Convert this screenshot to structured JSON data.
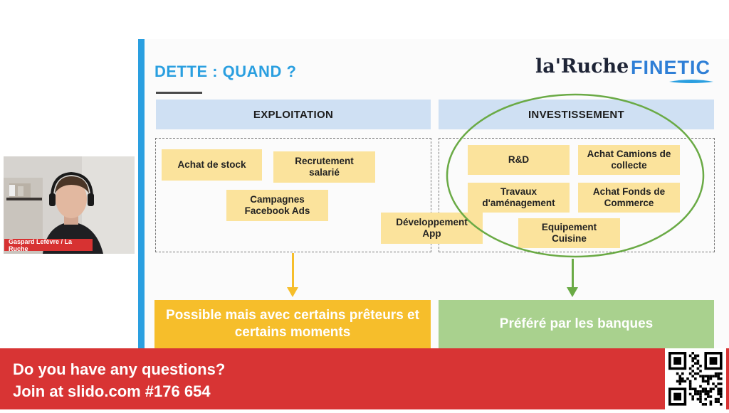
{
  "slide": {
    "title": "DETTE : QUAND ?",
    "logos": {
      "laruche": "la'Ruche",
      "finetic": "FINETIC"
    },
    "columns": [
      {
        "header": "EXPLOITATION",
        "items": [
          "Achat de stock",
          "Recrutement salarié",
          "Campagnes Facebook Ads"
        ],
        "result": "Possible mais avec certains prêteurs et certains moments",
        "color": "#f6be2b"
      },
      {
        "header": "INVESTISSEMENT",
        "items": [
          "R&D",
          "Achat Camions de collecte",
          "Travaux d'aménagement",
          "Achat Fonds de Commerce",
          "Equipement Cuisine"
        ],
        "result": "Préféré par les banques",
        "color": "#a9d18e"
      }
    ],
    "floating_item": "Développement App",
    "accent": "#2a9fe0",
    "circle_color": "#6aaa45"
  },
  "webcam": {
    "speaker": "Gaspard Lefèvre / La Ruche"
  },
  "banner": {
    "line1": "Do you have any questions?",
    "line2": "Join at slido.com #176 654",
    "color": "#d83434"
  }
}
